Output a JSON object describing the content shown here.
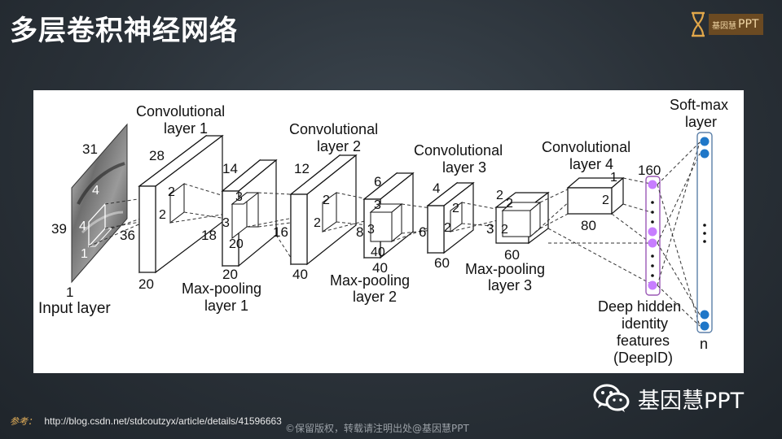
{
  "slide": {
    "title": "多层卷积神经网络"
  },
  "logo": {
    "text": "PPT",
    "small_text": "基因慧"
  },
  "figure": {
    "labels": {
      "input_layer": "Input layer",
      "input_depth": "1",
      "input_h": "31",
      "input_w": "39",
      "input_k1": "4",
      "input_k2": "4",
      "input_k3": "1",
      "conv1_title1": "Convolutional",
      "conv1_title2": "layer 1",
      "conv1_h": "28",
      "conv1_w": "36",
      "conv1_d": "20",
      "conv1_k1": "2",
      "conv1_k2": "2",
      "pool1_title1": "Max-pooling",
      "pool1_title2": "layer 1",
      "pool1_h": "14",
      "pool1_w": "18",
      "pool1_d": "20",
      "pool1_k1": "3",
      "pool1_k2": "3",
      "pool1_inner_d": "20",
      "conv2_title1": "Convolutional",
      "conv2_title2": "layer 2",
      "conv2_h": "12",
      "conv2_w": "16",
      "conv2_d": "40",
      "conv2_k1": "2",
      "conv2_k2": "2",
      "pool2_title1": "Max-pooling",
      "pool2_title2": "layer 2",
      "pool2_h": "6",
      "pool2_w": "8",
      "pool2_d": "40",
      "pool2_k1": "3",
      "pool2_k2": "3",
      "pool2_inner_d": "40",
      "conv3_title1": "Convolutional",
      "conv3_title2": "layer 3",
      "conv3_h": "4",
      "conv3_w": "6",
      "conv3_d": "60",
      "conv3_k1": "2",
      "conv3_k2": "2",
      "pool3_title1": "Max-pooling",
      "pool3_title2": "layer 3",
      "pool3_h": "2",
      "pool3_w": "3",
      "pool3_d": "60",
      "pool3_k1": "2",
      "pool3_k2": "2",
      "conv4_title1": "Convolutional",
      "conv4_title2": "layer 4",
      "conv4_h": "1",
      "conv4_w": "2",
      "conv4_d": "80",
      "deepid_count": "160",
      "deepid_title1": "Deep hidden",
      "deepid_title2": "identity",
      "deepid_title3": "features",
      "deepid_title4": "(DeepID)",
      "softmax_title1": "Soft-max",
      "softmax_title2": "layer",
      "softmax_n": "n"
    },
    "colors": {
      "deepid_node": "#c77dff",
      "softmax_node": "#1f77c8",
      "deepid_border": "#9b59b6",
      "softmax_border": "#5b7fa8"
    }
  },
  "footer": {
    "reference_label": "参考：",
    "reference_url": "http://blog.csdn.net/stdcoutzyx/article/details/41596663",
    "copyright": "©保留版权，转载请注明出处@基因慧PPT",
    "wechat_name": "基因慧PPT"
  },
  "icons": {
    "logo": "hourglass-dna-logo-icon",
    "wechat": "wechat-icon"
  }
}
